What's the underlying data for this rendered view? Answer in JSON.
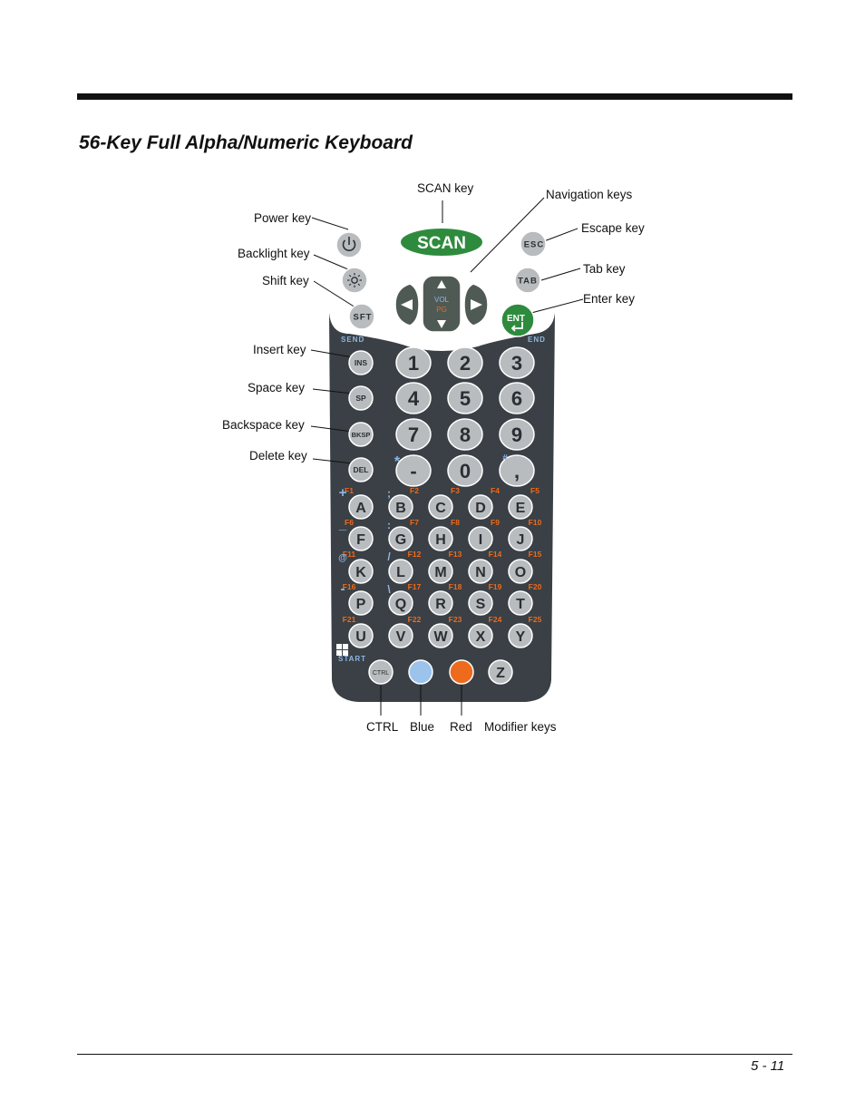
{
  "page": {
    "heading": "56-Key Full Alpha/Numeric Keyboard",
    "page_number": "5 - 11"
  },
  "callouts": {
    "scan_key": "SCAN key",
    "navigation_keys": "Navigation keys",
    "power_key": "Power key",
    "escape_key": "Escape key",
    "backlight_key": "Backlight key",
    "tab_key": "Tab key",
    "shift_key": "Shift key",
    "enter_key": "Enter key",
    "insert_key": "Insert key",
    "space_key": "Space key",
    "backspace_key": "Backspace key",
    "delete_key": "Delete key",
    "ctrl": "CTRL",
    "blue": "Blue",
    "red": "Red",
    "modifier_keys": "Modifier keys"
  },
  "keypad": {
    "colors": {
      "body": "#3a4045",
      "key": "#b9bcbf",
      "scan": "#2e8b3e",
      "enter": "#2e8b3e",
      "nav": "#4f5a55",
      "blue_key": "#9cc3ec",
      "red_key": "#ee6a1c",
      "blue_text": "#8fb6e4",
      "orange_text": "#ee6a1c"
    },
    "scan_label": "SCAN",
    "esc_label": "ESC",
    "tab_label": "TAB",
    "sft_label": "SFT",
    "ent_label": "ENT",
    "vol_label": "VOL",
    "pg_label": "PG",
    "send_label": "SEND",
    "end_label": "END",
    "start_label": "START",
    "power_icon": "power-icon",
    "backlight_icon": "sun-icon",
    "enter_icon": "return-arrow-icon",
    "windows_icon": "windows-logo-icon",
    "left_keys": [
      "INS",
      "SP",
      "BKSP",
      "DEL"
    ],
    "numeric_rows": [
      [
        "1",
        "2",
        "3"
      ],
      [
        "4",
        "5",
        "6"
      ],
      [
        "7",
        "8",
        "9"
      ],
      [
        "-",
        "0",
        ","
      ]
    ],
    "numeric_symbols": [
      "*",
      "#"
    ],
    "alpha_rows": [
      {
        "side": "+",
        "secondary": ";",
        "fn": [
          "F1",
          "F2",
          "F3",
          "F4",
          "F5"
        ],
        "keys": [
          "A",
          "B",
          "C",
          "D",
          "E"
        ]
      },
      {
        "side": "_",
        "secondary": ":",
        "fn": [
          "F6",
          "F7",
          "F8",
          "F9",
          "F10"
        ],
        "keys": [
          "F",
          "G",
          "H",
          "I",
          "J"
        ]
      },
      {
        "side": "@",
        "secondary": "/",
        "fn": [
          "F11",
          "F12",
          "F13",
          "F14",
          "F15"
        ],
        "keys": [
          "K",
          "L",
          "M",
          "N",
          "O"
        ]
      },
      {
        "side": "-",
        "secondary": "\\",
        "fn": [
          "F16",
          "F17",
          "F18",
          "F19",
          "F20"
        ],
        "keys": [
          "P",
          "Q",
          "R",
          "S",
          "T"
        ]
      },
      {
        "side": "",
        "secondary": "",
        "fn": [
          "F21",
          "F22",
          "F23",
          "F24",
          "F25"
        ],
        "keys": [
          "U",
          "V",
          "W",
          "X",
          "Y"
        ]
      }
    ],
    "bottom_keys": {
      "ctrl": "CTRL",
      "z": "Z"
    }
  }
}
